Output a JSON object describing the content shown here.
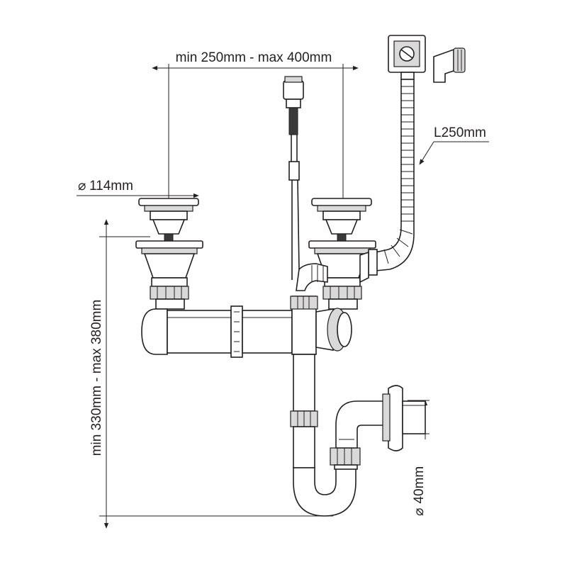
{
  "dimensions": {
    "strainer_spacing": "min 250mm - max 400mm",
    "strainer_diameter": "114mm",
    "overflow_hose_length": "L250mm",
    "height_range": "min 330mm - max 380mm",
    "outlet_diameter": "40mm"
  },
  "diameter_symbol": "⌀",
  "colors": {
    "line": "#231f20",
    "fill": "#ffffff",
    "shade": "#d9d9d9"
  }
}
